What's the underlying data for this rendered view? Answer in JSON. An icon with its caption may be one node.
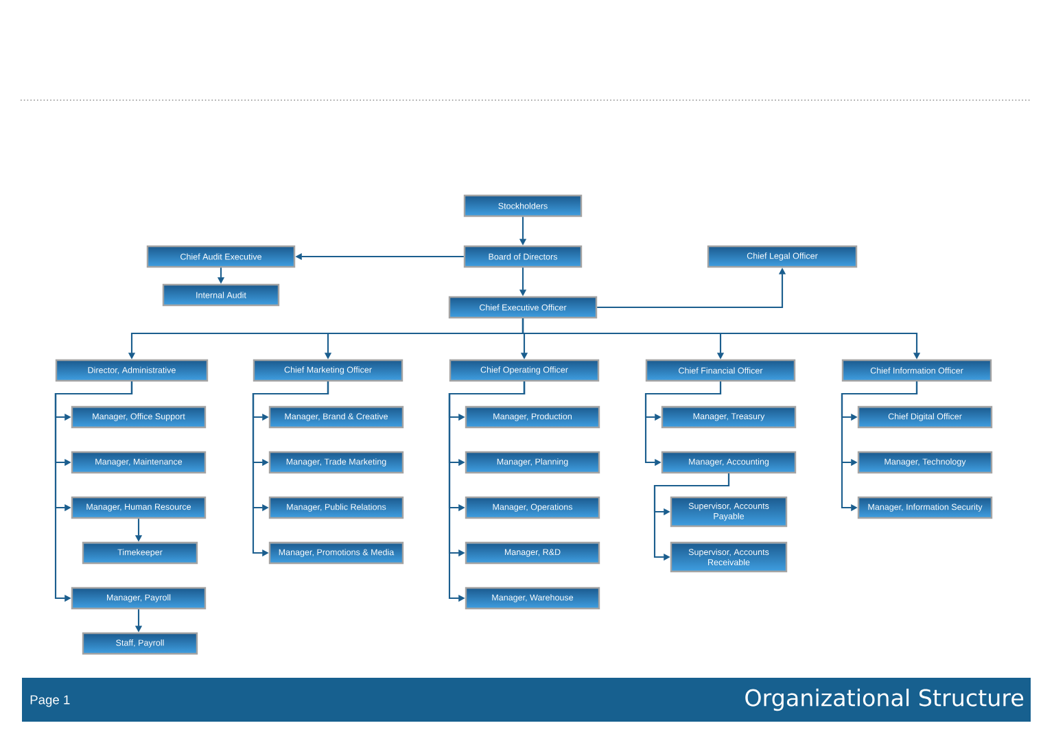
{
  "diagram": {
    "nodes": [
      {
        "text": [
          "Stockholders"
        ]
      },
      {
        "text": [
          "Chief Audit Executive"
        ]
      },
      {
        "text": [
          "Board of Directors"
        ]
      },
      {
        "text": [
          "Chief Legal Officer"
        ]
      },
      {
        "text": [
          "Internal Audit"
        ]
      },
      {
        "text": [
          "Chief Executive Officer"
        ]
      },
      {
        "text": [
          "Director, Administrative"
        ]
      },
      {
        "text": [
          "Chief Marketing Officer"
        ]
      },
      {
        "text": [
          "Chief Operating Officer"
        ]
      },
      {
        "text": [
          "Chief Financial Officer"
        ]
      },
      {
        "text": [
          "Chief Information Officer"
        ]
      },
      {
        "text": [
          "Manager, Office Support"
        ]
      },
      {
        "text": [
          "Manager, Maintenance"
        ]
      },
      {
        "text": [
          "Manager, Human Resource"
        ]
      },
      {
        "text": [
          "Timekeeper"
        ]
      },
      {
        "text": [
          "Manager, Payroll"
        ]
      },
      {
        "text": [
          "Staff, Payroll"
        ]
      },
      {
        "text": [
          "Manager, Brand & Creative"
        ]
      },
      {
        "text": [
          "Manager, Trade Marketing"
        ]
      },
      {
        "text": [
          "Manager, Public Relations"
        ]
      },
      {
        "text": [
          "Manager, Promotions & Media"
        ]
      },
      {
        "text": [
          "Manager, Production"
        ]
      },
      {
        "text": [
          "Manager, Planning"
        ]
      },
      {
        "text": [
          "Manager, Operations"
        ]
      },
      {
        "text": [
          "Manager, R&D"
        ]
      },
      {
        "text": [
          "Manager, Warehouse"
        ]
      },
      {
        "text": [
          "Manager, Treasury"
        ]
      },
      {
        "text": [
          "Manager, Accounting"
        ]
      },
      {
        "text": [
          "Supervisor, Accounts Payable"
        ]
      },
      {
        "text": [
          "Supervisor, Accounts Receivable"
        ]
      },
      {
        "text": [
          "Chief Digital Officer"
        ]
      },
      {
        "text": [
          "Manager, Technology"
        ]
      },
      {
        "text": [
          "Manager, Information Security"
        ]
      }
    ],
    "edges": [
      {
        "from": 0,
        "to": 2,
        "arrow": "to"
      },
      {
        "from": 2,
        "to": 1,
        "arrow": "to"
      },
      {
        "from": 1,
        "to": 4,
        "arrow": "to"
      },
      {
        "from": 2,
        "to": 5,
        "arrow": "to"
      },
      {
        "from": 5,
        "to": 3,
        "arrow": "to"
      },
      {
        "from": 5,
        "to": 6,
        "arrow": "to"
      },
      {
        "from": 5,
        "to": 7,
        "arrow": "to"
      },
      {
        "from": 5,
        "to": 8,
        "arrow": "to"
      },
      {
        "from": 5,
        "to": 9,
        "arrow": "to"
      },
      {
        "from": 5,
        "to": 10,
        "arrow": "to"
      },
      {
        "from": 6,
        "to": 11,
        "arrow": "to"
      },
      {
        "from": 6,
        "to": 12,
        "arrow": "to"
      },
      {
        "from": 6,
        "to": 13,
        "arrow": "to"
      },
      {
        "from": 13,
        "to": 14,
        "arrow": "to"
      },
      {
        "from": 6,
        "to": 15,
        "arrow": "to"
      },
      {
        "from": 15,
        "to": 16,
        "arrow": "to"
      },
      {
        "from": 7,
        "to": 17,
        "arrow": "to"
      },
      {
        "from": 7,
        "to": 18,
        "arrow": "to"
      },
      {
        "from": 7,
        "to": 19,
        "arrow": "to"
      },
      {
        "from": 7,
        "to": 20,
        "arrow": "to"
      },
      {
        "from": 8,
        "to": 21,
        "arrow": "to"
      },
      {
        "from": 8,
        "to": 22,
        "arrow": "to"
      },
      {
        "from": 8,
        "to": 23,
        "arrow": "to"
      },
      {
        "from": 8,
        "to": 24,
        "arrow": "to"
      },
      {
        "from": 8,
        "to": 25,
        "arrow": "to"
      },
      {
        "from": 9,
        "to": 26,
        "arrow": "to"
      },
      {
        "from": 9,
        "to": 27,
        "arrow": "to"
      },
      {
        "from": 27,
        "to": 28,
        "arrow": "to"
      },
      {
        "from": 27,
        "to": 29,
        "arrow": "to"
      },
      {
        "from": 10,
        "to": 30,
        "arrow": "to"
      },
      {
        "from": 10,
        "to": 31,
        "arrow": "to"
      },
      {
        "from": 10,
        "to": 32,
        "arrow": "to"
      }
    ],
    "labels": [
      "Page 1",
      "Organizational Structure"
    ]
  }
}
